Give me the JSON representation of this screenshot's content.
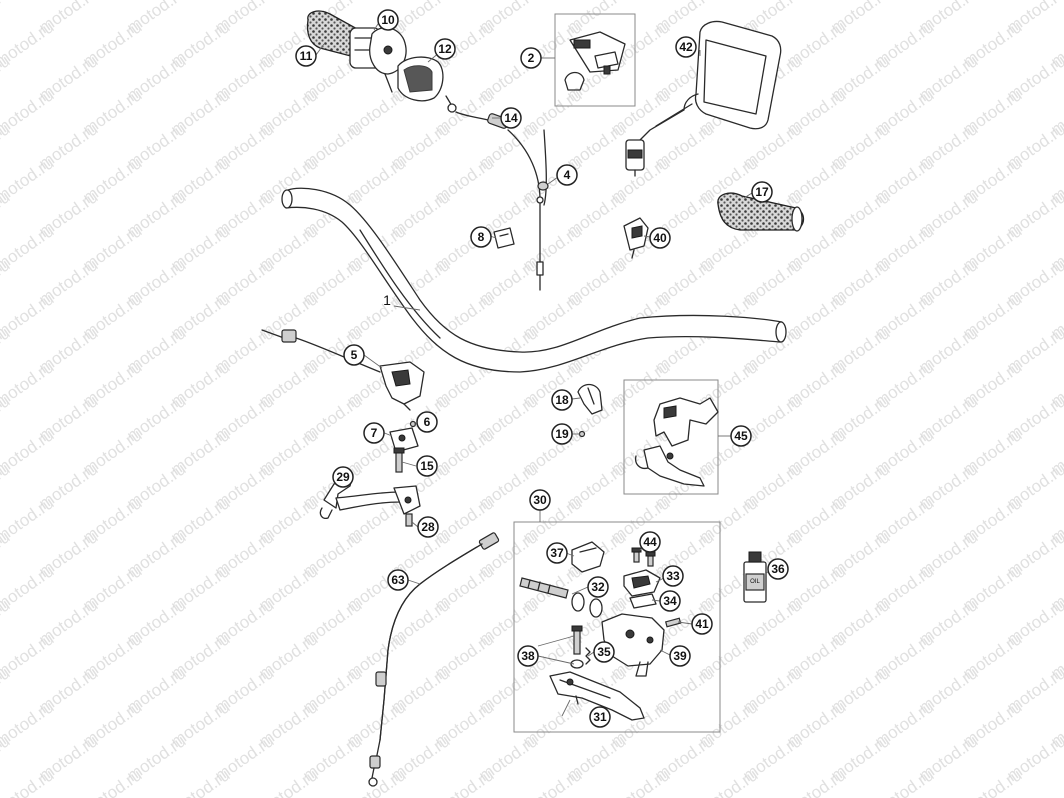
{
  "watermark_text": "motod.ru",
  "bottle_text": "OIL",
  "callouts": [
    {
      "id": "c1",
      "label": "1"
    },
    {
      "id": "c2",
      "label": "2"
    },
    {
      "id": "c4",
      "label": "4"
    },
    {
      "id": "c5",
      "label": "5"
    },
    {
      "id": "c6",
      "label": "6"
    },
    {
      "id": "c7",
      "label": "7"
    },
    {
      "id": "c8",
      "label": "8"
    },
    {
      "id": "c10",
      "label": "10"
    },
    {
      "id": "c11",
      "label": "11"
    },
    {
      "id": "c12",
      "label": "12"
    },
    {
      "id": "c14",
      "label": "14"
    },
    {
      "id": "c15",
      "label": "15"
    },
    {
      "id": "c17",
      "label": "17"
    },
    {
      "id": "c18",
      "label": "18"
    },
    {
      "id": "c19",
      "label": "19"
    },
    {
      "id": "c28",
      "label": "28"
    },
    {
      "id": "c29",
      "label": "29"
    },
    {
      "id": "c30",
      "label": "30"
    },
    {
      "id": "c31",
      "label": "31"
    },
    {
      "id": "c32",
      "label": "32"
    },
    {
      "id": "c33",
      "label": "33"
    },
    {
      "id": "c34",
      "label": "34"
    },
    {
      "id": "c35",
      "label": "35"
    },
    {
      "id": "c36",
      "label": "36"
    },
    {
      "id": "c37",
      "label": "37"
    },
    {
      "id": "c38",
      "label": "38"
    },
    {
      "id": "c39",
      "label": "39"
    },
    {
      "id": "c40",
      "label": "40"
    },
    {
      "id": "c41",
      "label": "41"
    },
    {
      "id": "c42",
      "label": "42"
    },
    {
      "id": "c44",
      "label": "44"
    },
    {
      "id": "c45",
      "label": "45"
    },
    {
      "id": "c63",
      "label": "63"
    }
  ]
}
